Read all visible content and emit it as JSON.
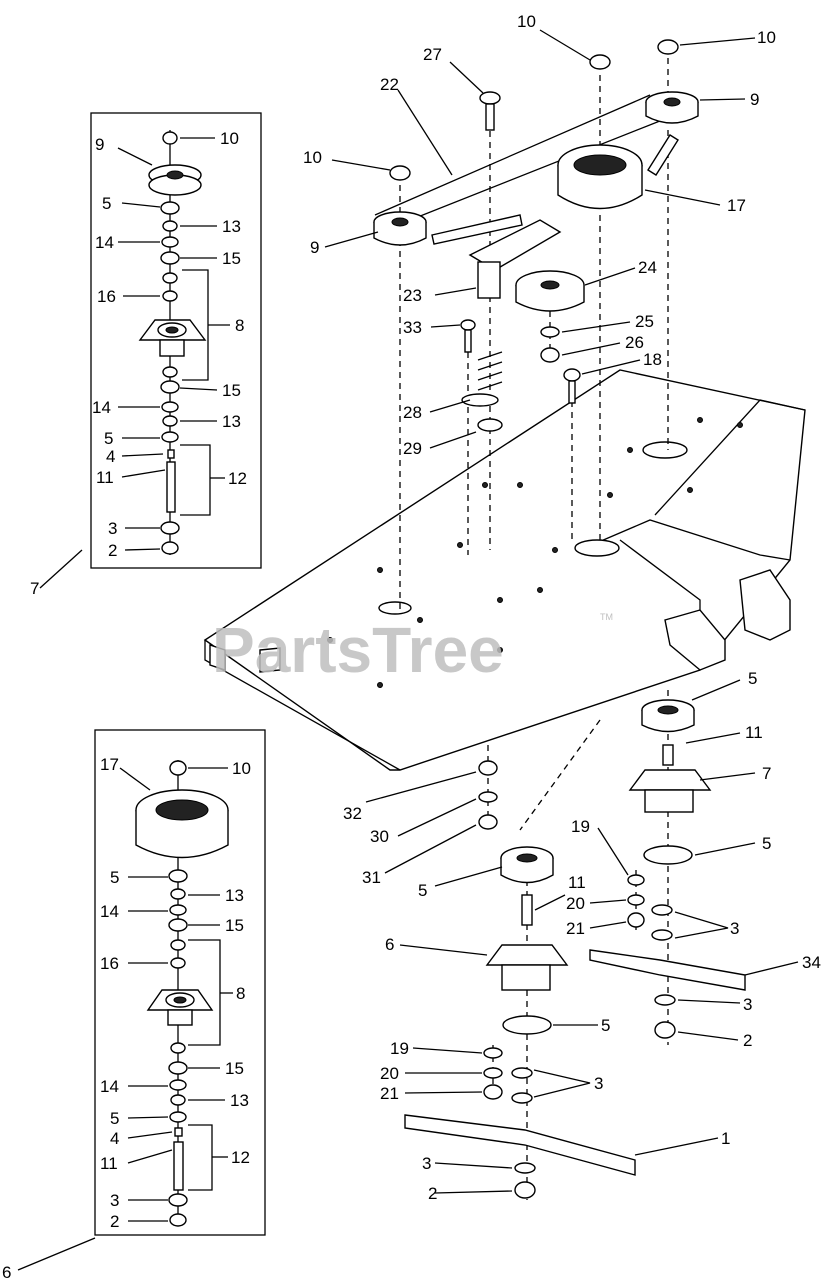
{
  "watermark": {
    "text": "PartsTree",
    "tm": "TM"
  },
  "inset_top": {
    "assembly_label": "7",
    "callouts": [
      "10",
      "9",
      "5",
      "13",
      "14",
      "15",
      "16",
      "8",
      "15",
      "14",
      "13",
      "5",
      "4",
      "11",
      "12",
      "3",
      "2"
    ]
  },
  "inset_bottom": {
    "assembly_label": "6",
    "callouts": [
      "17",
      "10",
      "5",
      "13",
      "14",
      "15",
      "16",
      "8",
      "15",
      "14",
      "13",
      "5",
      "4",
      "11",
      "12",
      "3",
      "2"
    ]
  },
  "main": {
    "callouts": {
      "c10a": "10",
      "c10b": "10",
      "c10c": "10",
      "c27": "27",
      "c22": "22",
      "c9a": "9",
      "c9b": "9",
      "c17": "17",
      "c23": "23",
      "c24": "24",
      "c33": "33",
      "c25": "25",
      "c26": "26",
      "c18": "18",
      "c28": "28",
      "c29": "29",
      "c5a": "5",
      "c11a": "11",
      "c7": "7",
      "c5b": "5",
      "c32": "32",
      "c30": "30",
      "c31": "31",
      "c19a": "19",
      "c20a": "20",
      "c21a": "21",
      "c3a": "3",
      "c34": "34",
      "c3b": "3",
      "c2a": "2",
      "c5c": "5",
      "c11b": "11",
      "c6": "6",
      "c5d": "5",
      "c19b": "19",
      "c20b": "20",
      "c21b": "21",
      "c3c": "3",
      "c1": "1",
      "c3d": "3",
      "c2b": "2"
    }
  }
}
